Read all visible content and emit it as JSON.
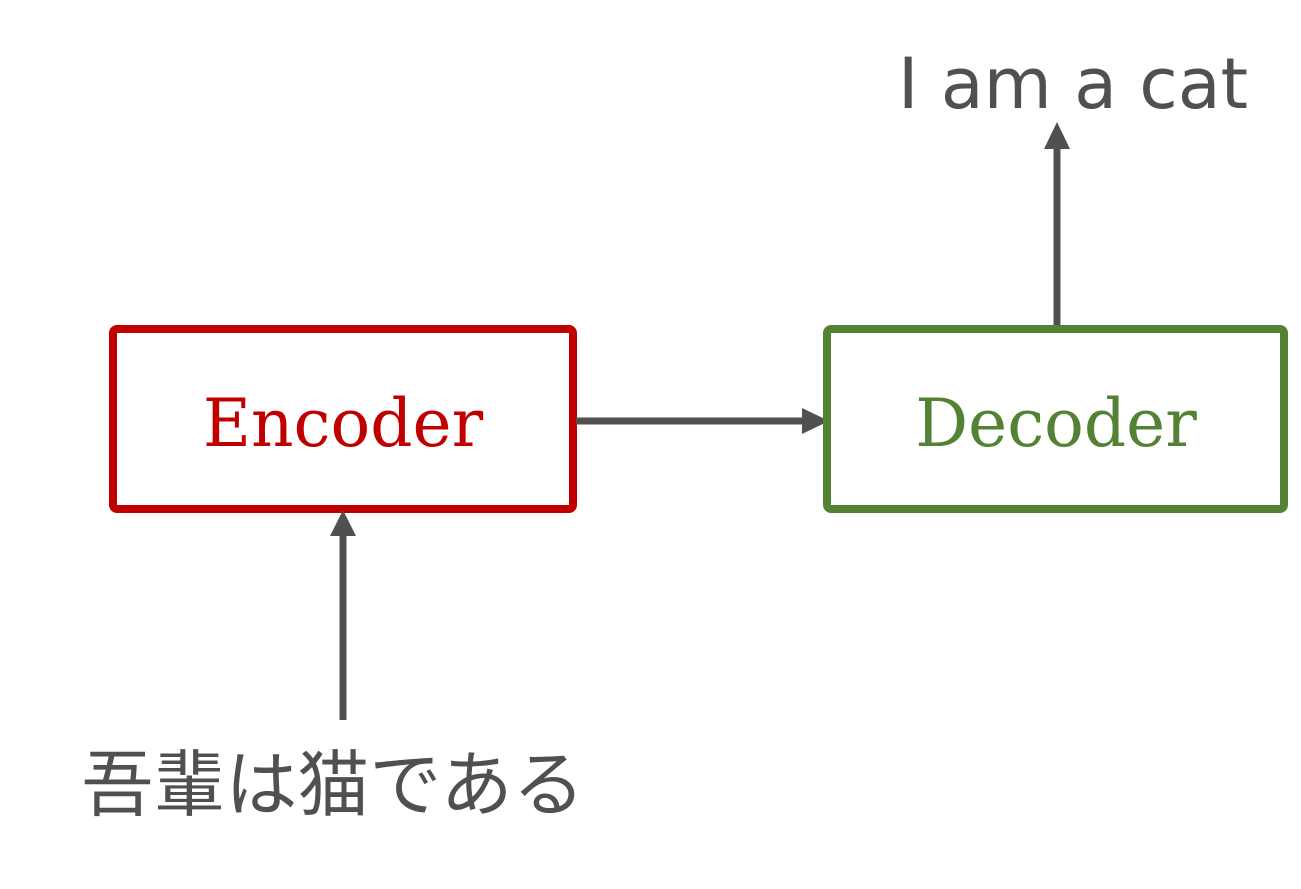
{
  "encoder": {
    "label": "Encoder",
    "color": "#c00000"
  },
  "decoder": {
    "label": "Decoder",
    "color": "#548235"
  },
  "input_text": "吾輩は猫である",
  "output_text": "I am a cat",
  "arrow_color": "#505050"
}
